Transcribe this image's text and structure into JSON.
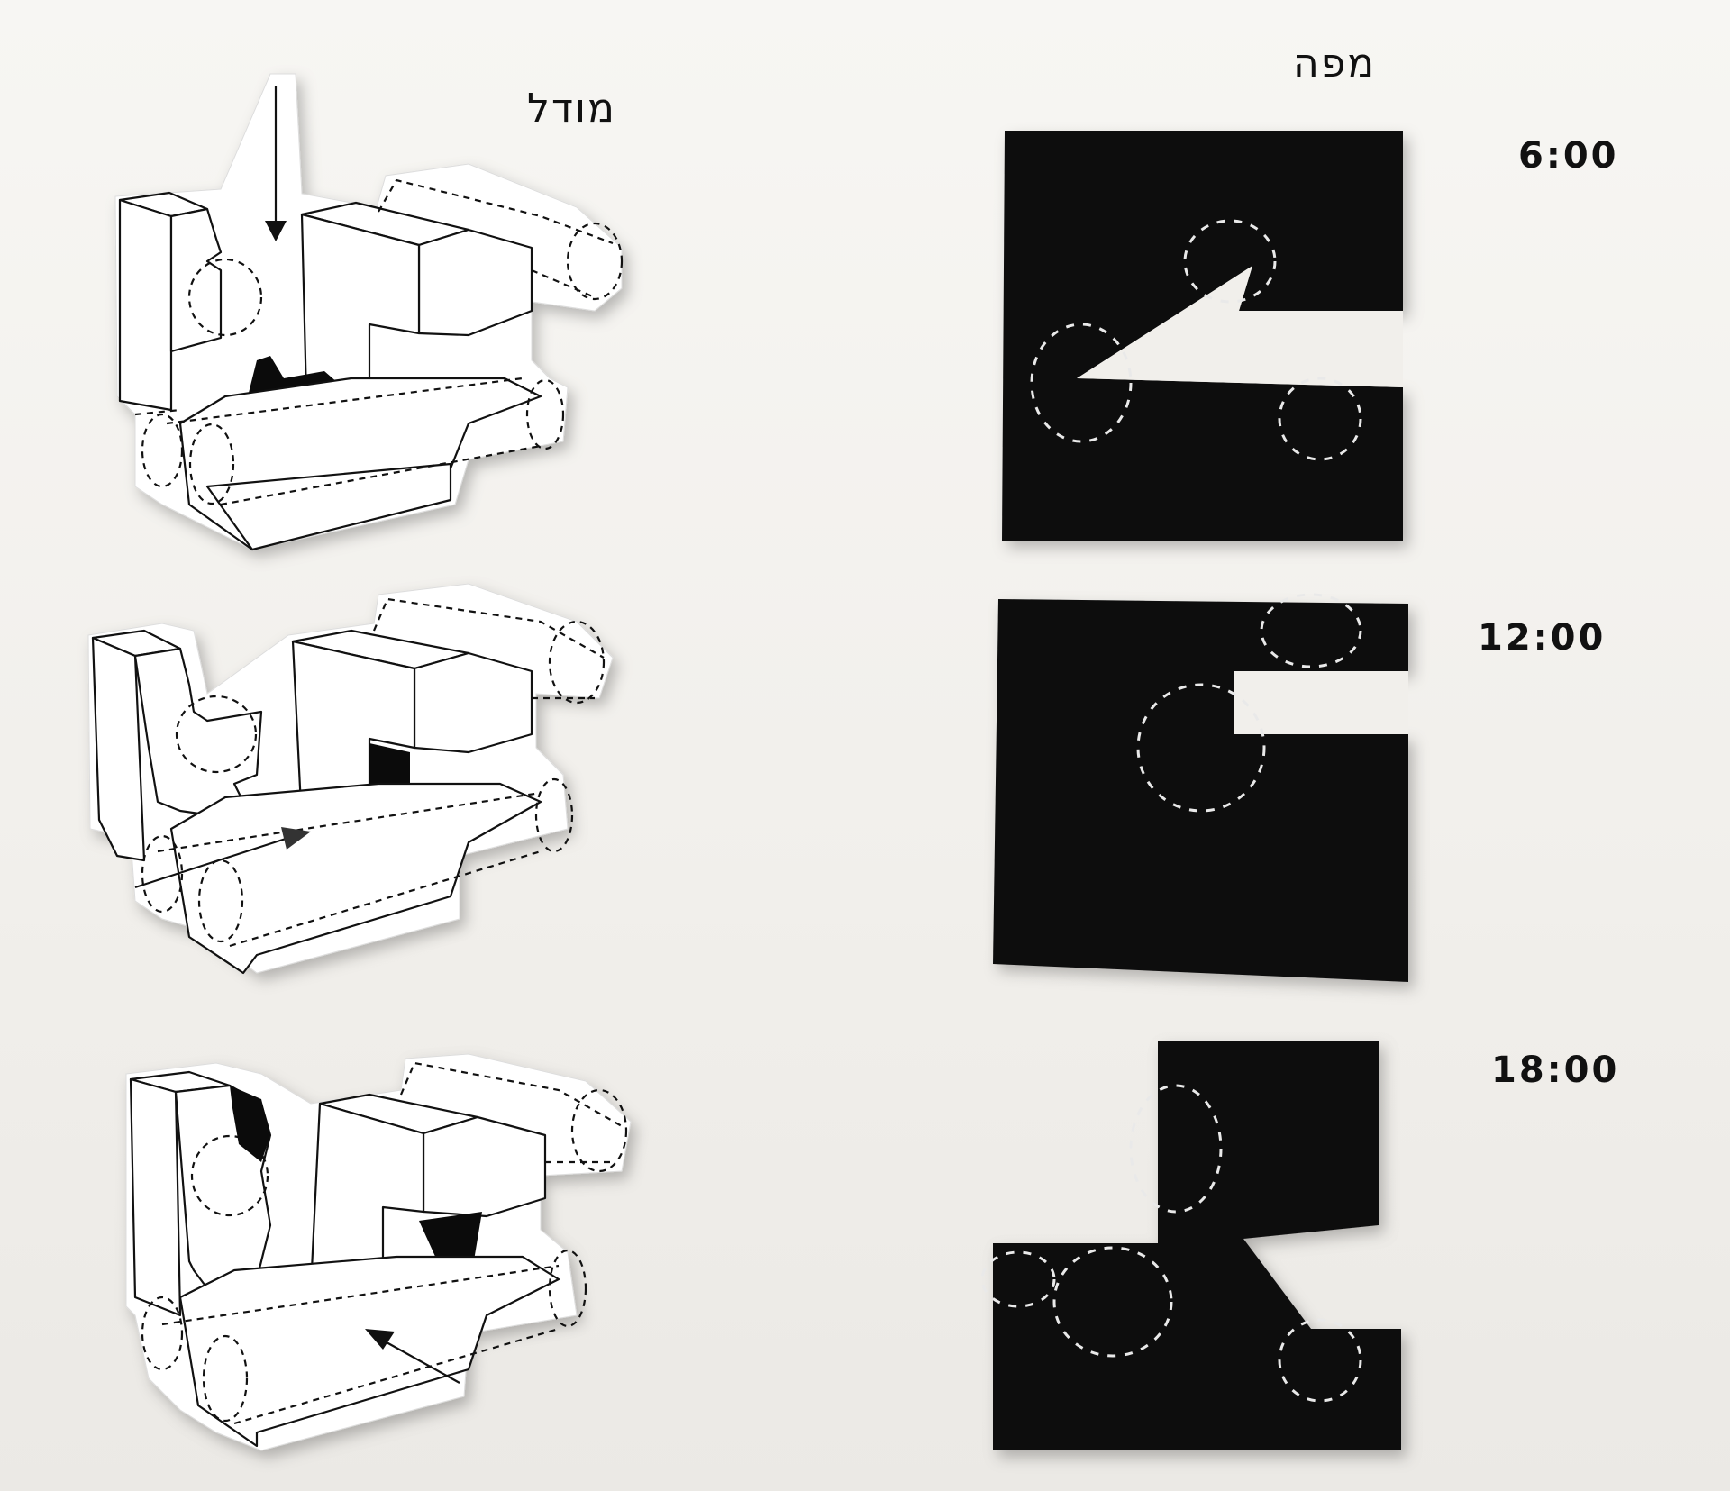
{
  "headers": {
    "model_label": "מודל",
    "map_label": "מפה"
  },
  "rows": [
    {
      "time": "6:00"
    },
    {
      "time": "12:00"
    },
    {
      "time": "18:00"
    }
  ],
  "colors": {
    "background": "#f3f1ed",
    "map_paper": "#0b0b0b",
    "line": "#111111"
  }
}
